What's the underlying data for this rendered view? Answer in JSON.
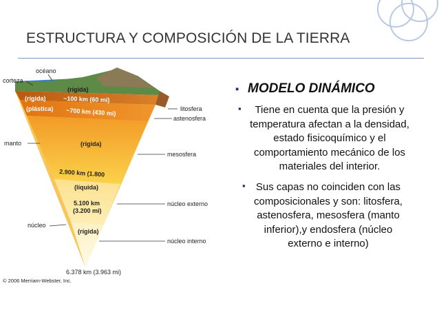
{
  "slide": {
    "title": "ESTRUCTURA Y COMPOSICIÓN DE LA TIERRA",
    "heading": "MODELO DINÁMICO",
    "bullet_1": "Tiene en cuenta que la presión y temperatura afectan a la densidad, estado fisicoquímico y el comportamiento mecánico de los materiales del interior.",
    "bullet_2": "Sus capas no coinciden con las composicionales y son: litosfera, astenosfera, mesosfera (manto inferior),y endosfera (núcleo externo e interno)"
  },
  "diagram": {
    "left_labels": {
      "ocean": "océano",
      "crust": "corteza",
      "mantle": "manto",
      "core": "núcleo"
    },
    "right_labels": {
      "lithosphere": "litosfera",
      "asthenosphere": "astenosfera",
      "mesosphere": "mesosfera",
      "outer_core": "núcleo externo",
      "inner_core": "núcleo interno"
    },
    "inner_labels": {
      "rigid_top": "(rígida)",
      "rigid_left": "(rígida)",
      "plastic": "(plástica)",
      "depth_100": "~100 km (60 mi)",
      "depth_700": "~700 km (430 mi)",
      "rigid_mantle": "(rígida)",
      "depth_2900": "2.900 km (1.800",
      "liquid": "(líquida)",
      "depth_5100_a": "5.100 km",
      "depth_5100_b": "(3.200 mi)",
      "rigid_core": "(rígida)",
      "depth_6378": "6.378 km (3.963 mi)"
    },
    "copyright": "© 2006 Merriam-Webster, Inc."
  }
}
